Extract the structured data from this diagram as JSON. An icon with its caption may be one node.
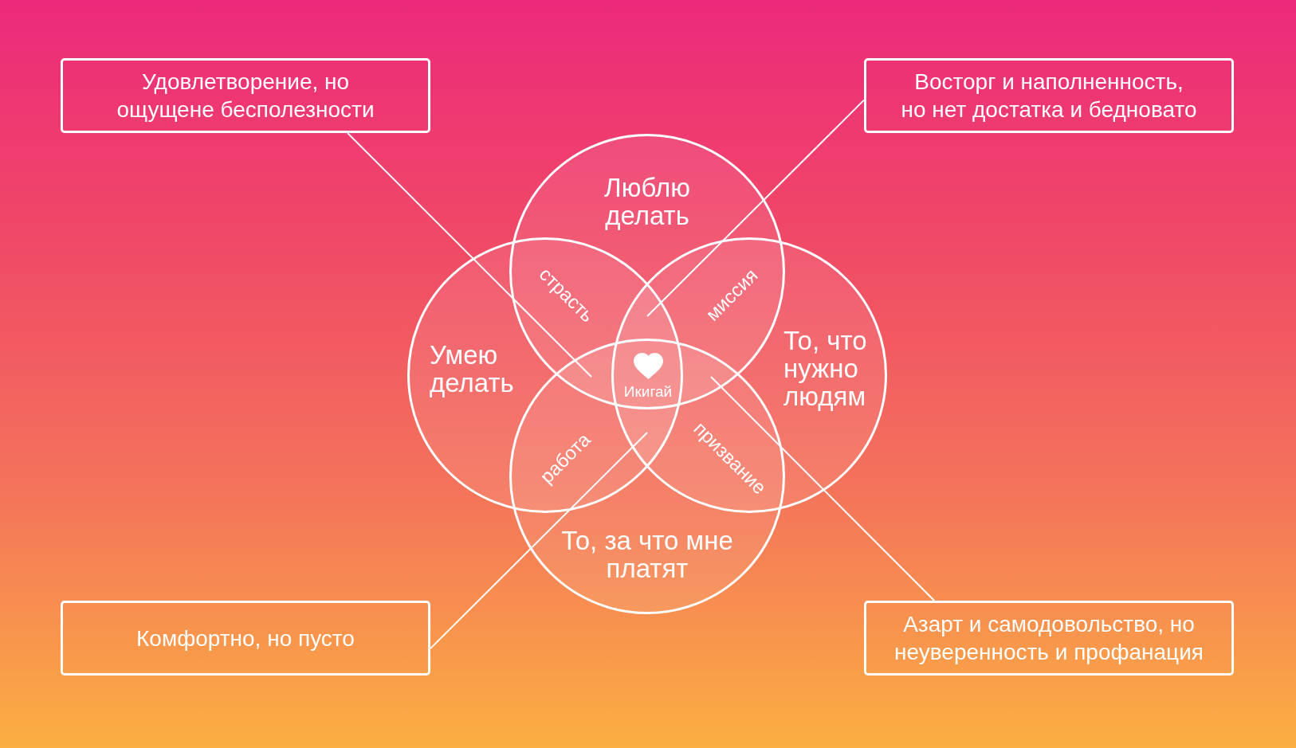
{
  "diagram": {
    "nodes": [
      {
        "text": [
          "Удовлетворение, но ощущене бесполезности"
        ]
      },
      {
        "text": [
          "Восторг и наполненность, но нет достатка и бедновато"
        ]
      },
      {
        "text": [
          "Люблю делать"
        ]
      },
      {
        "text": [
          "Умею делать"
        ]
      },
      {
        "text": [
          "То, что нужно людям"
        ]
      },
      {
        "text": [
          "То, за что мне платят"
        ]
      },
      {
        "text": [],
        "shape": "region"
      },
      {
        "text": [],
        "shape": "region"
      },
      {
        "text": [],
        "shape": "region"
      },
      {
        "text": [],
        "shape": "region"
      },
      {
        "text": [
          "Комфортно, но пусто"
        ]
      },
      {
        "text": [
          "Азарт и самодовольство, но неуверенность и профанация"
        ]
      }
    ],
    "edges": [
      {
        "from": 0,
        "to": 7,
        "arrow": "none"
      },
      {
        "from": 1,
        "to": 6,
        "arrow": "none"
      },
      {
        "from": 10,
        "to": 9,
        "arrow": "none"
      },
      {
        "from": 11,
        "to": 8,
        "arrow": "none"
      }
    ],
    "labels": [
      "страсть",
      "миссия",
      "Икигай",
      "работа",
      "призвание"
    ]
  }
}
